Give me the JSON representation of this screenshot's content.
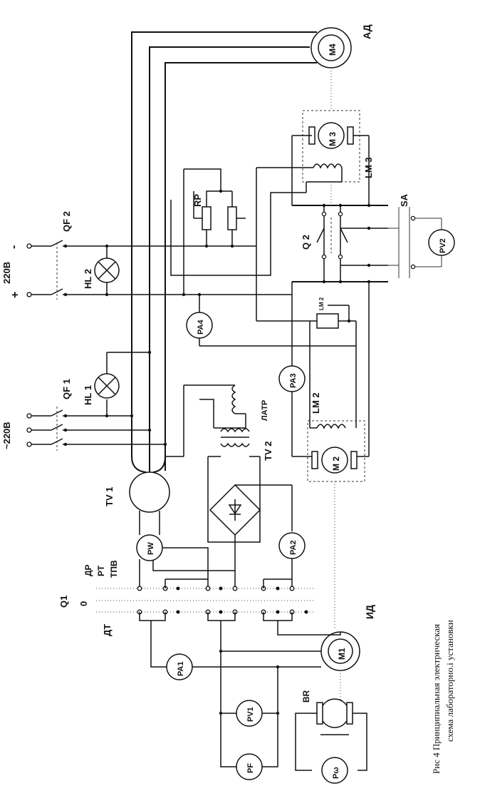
{
  "labels": {
    "ad": "АД",
    "m4": "M4",
    "m3": "M 3",
    "lm3": "LM 3",
    "sa": "SA",
    "q2": "Q 2",
    "pv2": "PV2",
    "rp": "RP",
    "qf2": "QF 2",
    "hl2": "HL 2",
    "minus": "-",
    "plus": "+",
    "v220dc": "220В",
    "lm2_small": "LM 2",
    "pa4": "PA4",
    "pa3": "PA3",
    "lm2": "LM 2",
    "latr": "ЛАТР",
    "qf1": "QF 1",
    "hl1": "HL 1",
    "v220ac": "~220В",
    "tv2": "TV 2",
    "tv1": "TV 1",
    "pw": "PW",
    "pa2": "PA2",
    "m2": "M 2",
    "dr": "ДР",
    "rt": "РТ",
    "tpv": "ТПВ",
    "zero": "0",
    "q1": "Q1",
    "dt": "ДТ",
    "id": "ИД",
    "m1": "M1",
    "pa1": "PA1",
    "pv1": "PV1",
    "pf": "PF",
    "br": "BR",
    "pomega": "Pω"
  },
  "caption": {
    "line1": "Рис 4    Принципиальная электрическая",
    "line2": "схема лабораторно.і установки"
  }
}
